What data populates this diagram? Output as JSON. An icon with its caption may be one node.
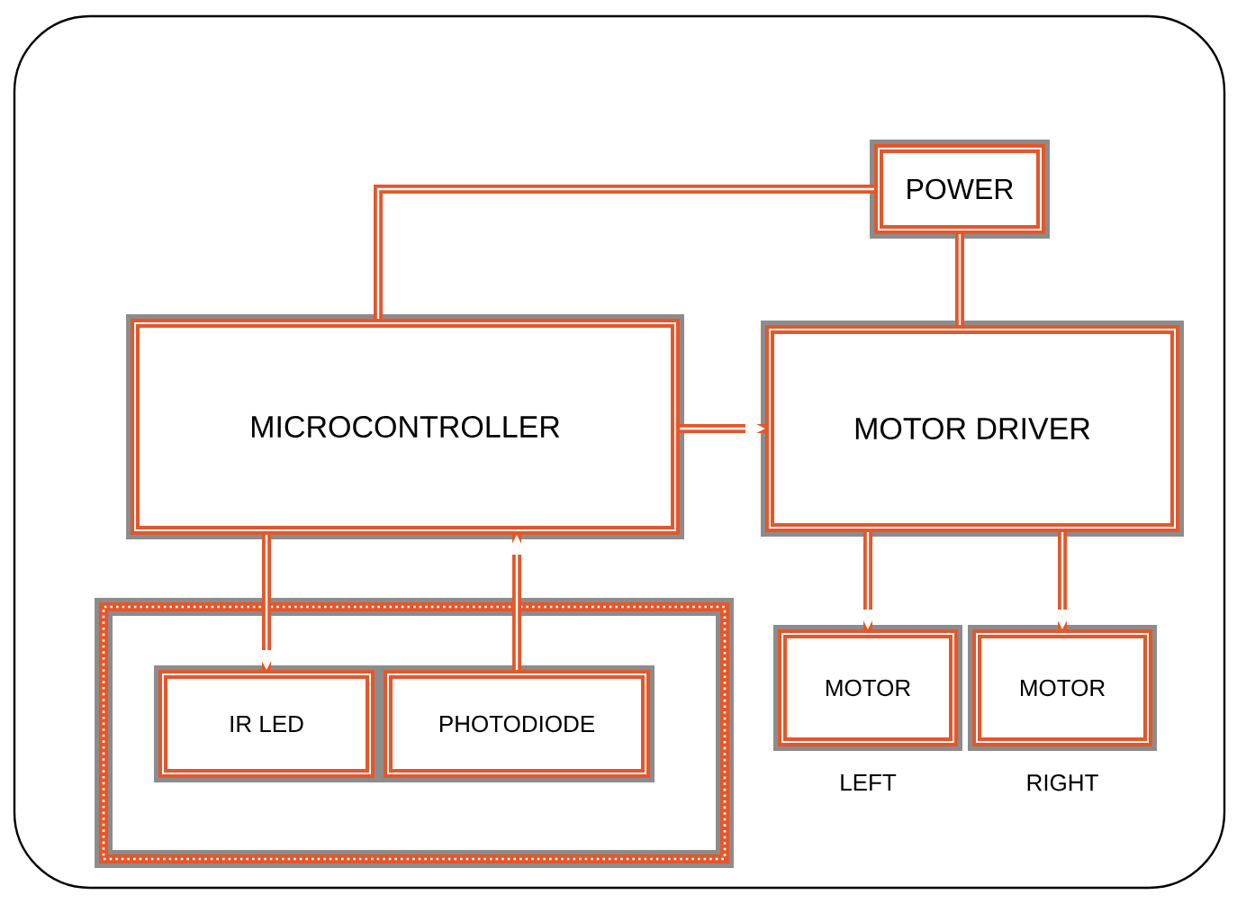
{
  "diagram": {
    "nodes": [
      {
        "text": [
          "MICROCONTROLLER"
        ]
      },
      {
        "text": [
          "POWER"
        ]
      },
      {
        "text": [
          "MOTOR DRIVER"
        ]
      },
      {
        "text": [],
        "shape": "box"
      },
      {
        "text": [
          "IR LED"
        ],
        "in": 3
      },
      {
        "text": [
          "PHOTODIODE"
        ],
        "in": 3
      },
      {
        "text": [
          "MOTOR"
        ],
        "beside": [
          "LEFT"
        ]
      },
      {
        "text": [
          "MOTOR"
        ],
        "beside": [
          "RIGHT"
        ]
      }
    ],
    "edges": [
      {
        "from": 1,
        "to": 0,
        "arrow": "none"
      },
      {
        "from": 1,
        "to": 2,
        "arrow": "none"
      },
      {
        "from": 0,
        "to": 2,
        "arrow": "to"
      },
      {
        "from": 0,
        "to": 4,
        "arrow": "to"
      },
      {
        "from": 5,
        "to": 0,
        "arrow": "to"
      },
      {
        "from": 2,
        "to": 6,
        "arrow": "to"
      },
      {
        "from": 2,
        "to": 7,
        "arrow": "to"
      }
    ]
  }
}
